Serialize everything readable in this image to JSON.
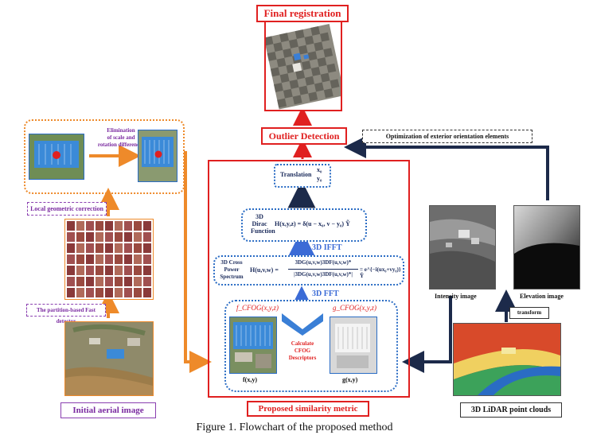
{
  "final_registration": "Final  registration",
  "outlier_detection": "Outlier  Detection",
  "optimization_label": "Optimization of exterior orientation elements",
  "translation": {
    "label": "Translation",
    "x": "x₀",
    "y": "y₀"
  },
  "dirac": {
    "label_line1": "3D",
    "label_line2": "Dirac",
    "label_line3": "Function",
    "formula": "H(x,y,z) = δ(u − x₀, v − y₀) Ỹ"
  },
  "ifft_label": "3D IFFT",
  "cross_power": {
    "label_line1": "3D Cross",
    "label_line2": "Power",
    "label_line3": "Spectrum",
    "lhs": "H(u,v,w) =",
    "numerator": "3DG(u,v,w)3DF(u,v,w)*",
    "denominator": "|3DG(u,v,w)3DF(u,v,w)*|",
    "rhs": "= e^{−i(ux₀+vy₀)} Ỹ"
  },
  "fft_label": "3D FFT",
  "cfog": {
    "f_title": "f_CFOG(x,y,z)",
    "g_title": "g_CFOG(x,y,z)",
    "calc_line1": "Calculate",
    "calc_line2": "CFOG",
    "calc_line3": "Descriptors",
    "f_caption": "f(x,y)",
    "g_caption": "g(x,y)"
  },
  "proposed_metric": "Proposed similarity metric",
  "elimination": {
    "line1": "Elimination",
    "line2": "of scale and",
    "line3": "rotation differences"
  },
  "local_correction": "Local geometric correction",
  "partition_detector": "The partition-based Fast detector",
  "initial_aerial": "Initial aerial image",
  "intensity_image": "Intensity image",
  "elevation_image": "Elevation image",
  "transform": "transform",
  "lidar": "3D LiDAR point clouds",
  "caption": "Figure 1. Flowchart of the proposed method",
  "colors": {
    "red": "#e02020",
    "orange": "#ee8a2a",
    "blue": "#2a6cc4",
    "navy": "#1c2a4a",
    "purple": "#7a2aa0"
  }
}
